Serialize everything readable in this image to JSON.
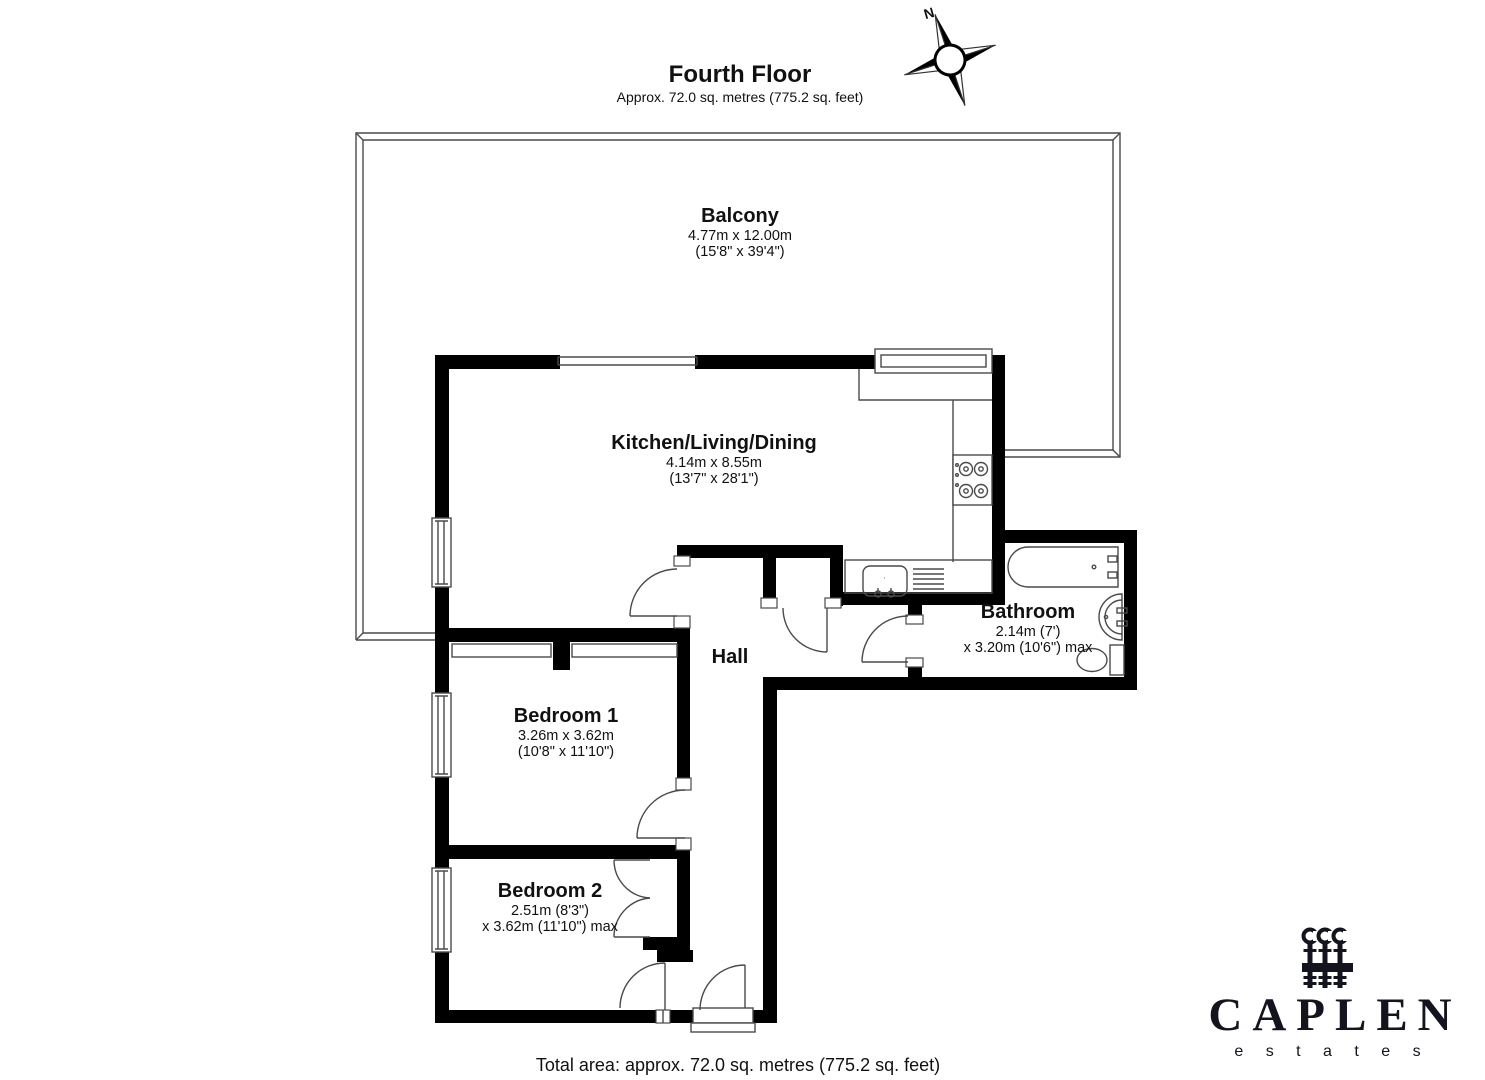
{
  "header": {
    "title": "Fourth Floor",
    "subtitle": "Approx. 72.0 sq. metres (775.2 sq. feet)"
  },
  "compass": {
    "north_label": "N"
  },
  "rooms": {
    "balcony": {
      "name": "Balcony",
      "dim_metric": "4.77m x 12.00m",
      "dim_imperial": "(15'8\" x 39'4\")"
    },
    "kitchen": {
      "name": "Kitchen/Living/Dining",
      "dim_metric": "4.14m x 8.55m",
      "dim_imperial": "(13'7\" x 28'1\")"
    },
    "bathroom": {
      "name": "Bathroom",
      "dim_line1": "2.14m (7')",
      "dim_line2": "x 3.20m (10'6\") max"
    },
    "hall": {
      "name": "Hall"
    },
    "bedroom1": {
      "name": "Bedroom 1",
      "dim_metric": "3.26m x 3.62m",
      "dim_imperial": "(10'8\" x 11'10\")"
    },
    "bedroom2": {
      "name": "Bedroom 2",
      "dim_line1": "2.51m (8'3\")",
      "dim_line2": "x 3.62m (11'10\") max"
    }
  },
  "footer": {
    "total_area": "Total area: approx. 72.0 sq. metres (775.2 sq. feet)"
  },
  "logo": {
    "brand": "CAPLEN",
    "tagline": "e s t a t e s"
  },
  "colors": {
    "wall": "#000000",
    "thin_line": "#4a4a4a",
    "logo": "#14141f",
    "background": "#ffffff"
  }
}
